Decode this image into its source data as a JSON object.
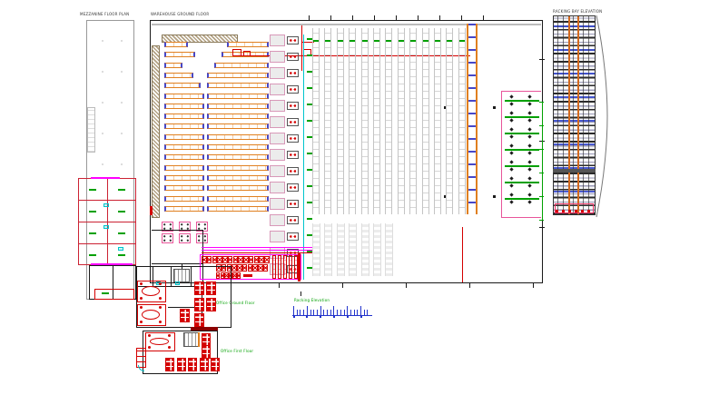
{
  "page": {
    "background": "#ffffff",
    "drawing_type": "warehouse-floor-plan"
  },
  "titles": {
    "left_building": "MEZZANINE FLOOR PLAN",
    "main_building": "WAREHOUSE GROUND FLOOR",
    "right_detail": "RACKING BAY ELEVATION",
    "office_ground": "Office Ground Floor",
    "office_first": "Office First Floor",
    "elevation_label": "Racking Elevation"
  },
  "palette": {
    "orange": "#e08020",
    "blue": "#4747c8",
    "red": "#d40000",
    "magenta": "#ff00ff",
    "pink": "#e8559a",
    "green": "#00a000",
    "cyan": "#00c4cc",
    "gray": "#c4c4c4",
    "light_gray": "#e9e9e9",
    "black": "#1a1a1a",
    "tan": "#b3a284",
    "dark_red": "#8b0000",
    "wall_red": "#cc2233"
  },
  "plan": {
    "orange_rack_rows_per_bay": 17,
    "orange_rack_bays": 2,
    "gray_rack_columns": 13,
    "short_gray_rack_columns": 7,
    "pick_stations": 15,
    "machine_stations": 7,
    "small_machine_clusters": 6,
    "locker_rows": [
      13,
      10,
      6
    ],
    "vertical_rack_units": 5,
    "elevation_tick_count": 23,
    "office_ground_desk_clusters": 6,
    "office_first_desk_clusters": 7,
    "meeting_tables_ground": 2,
    "meeting_tables_first": 1,
    "left_office_rooms": 8
  }
}
